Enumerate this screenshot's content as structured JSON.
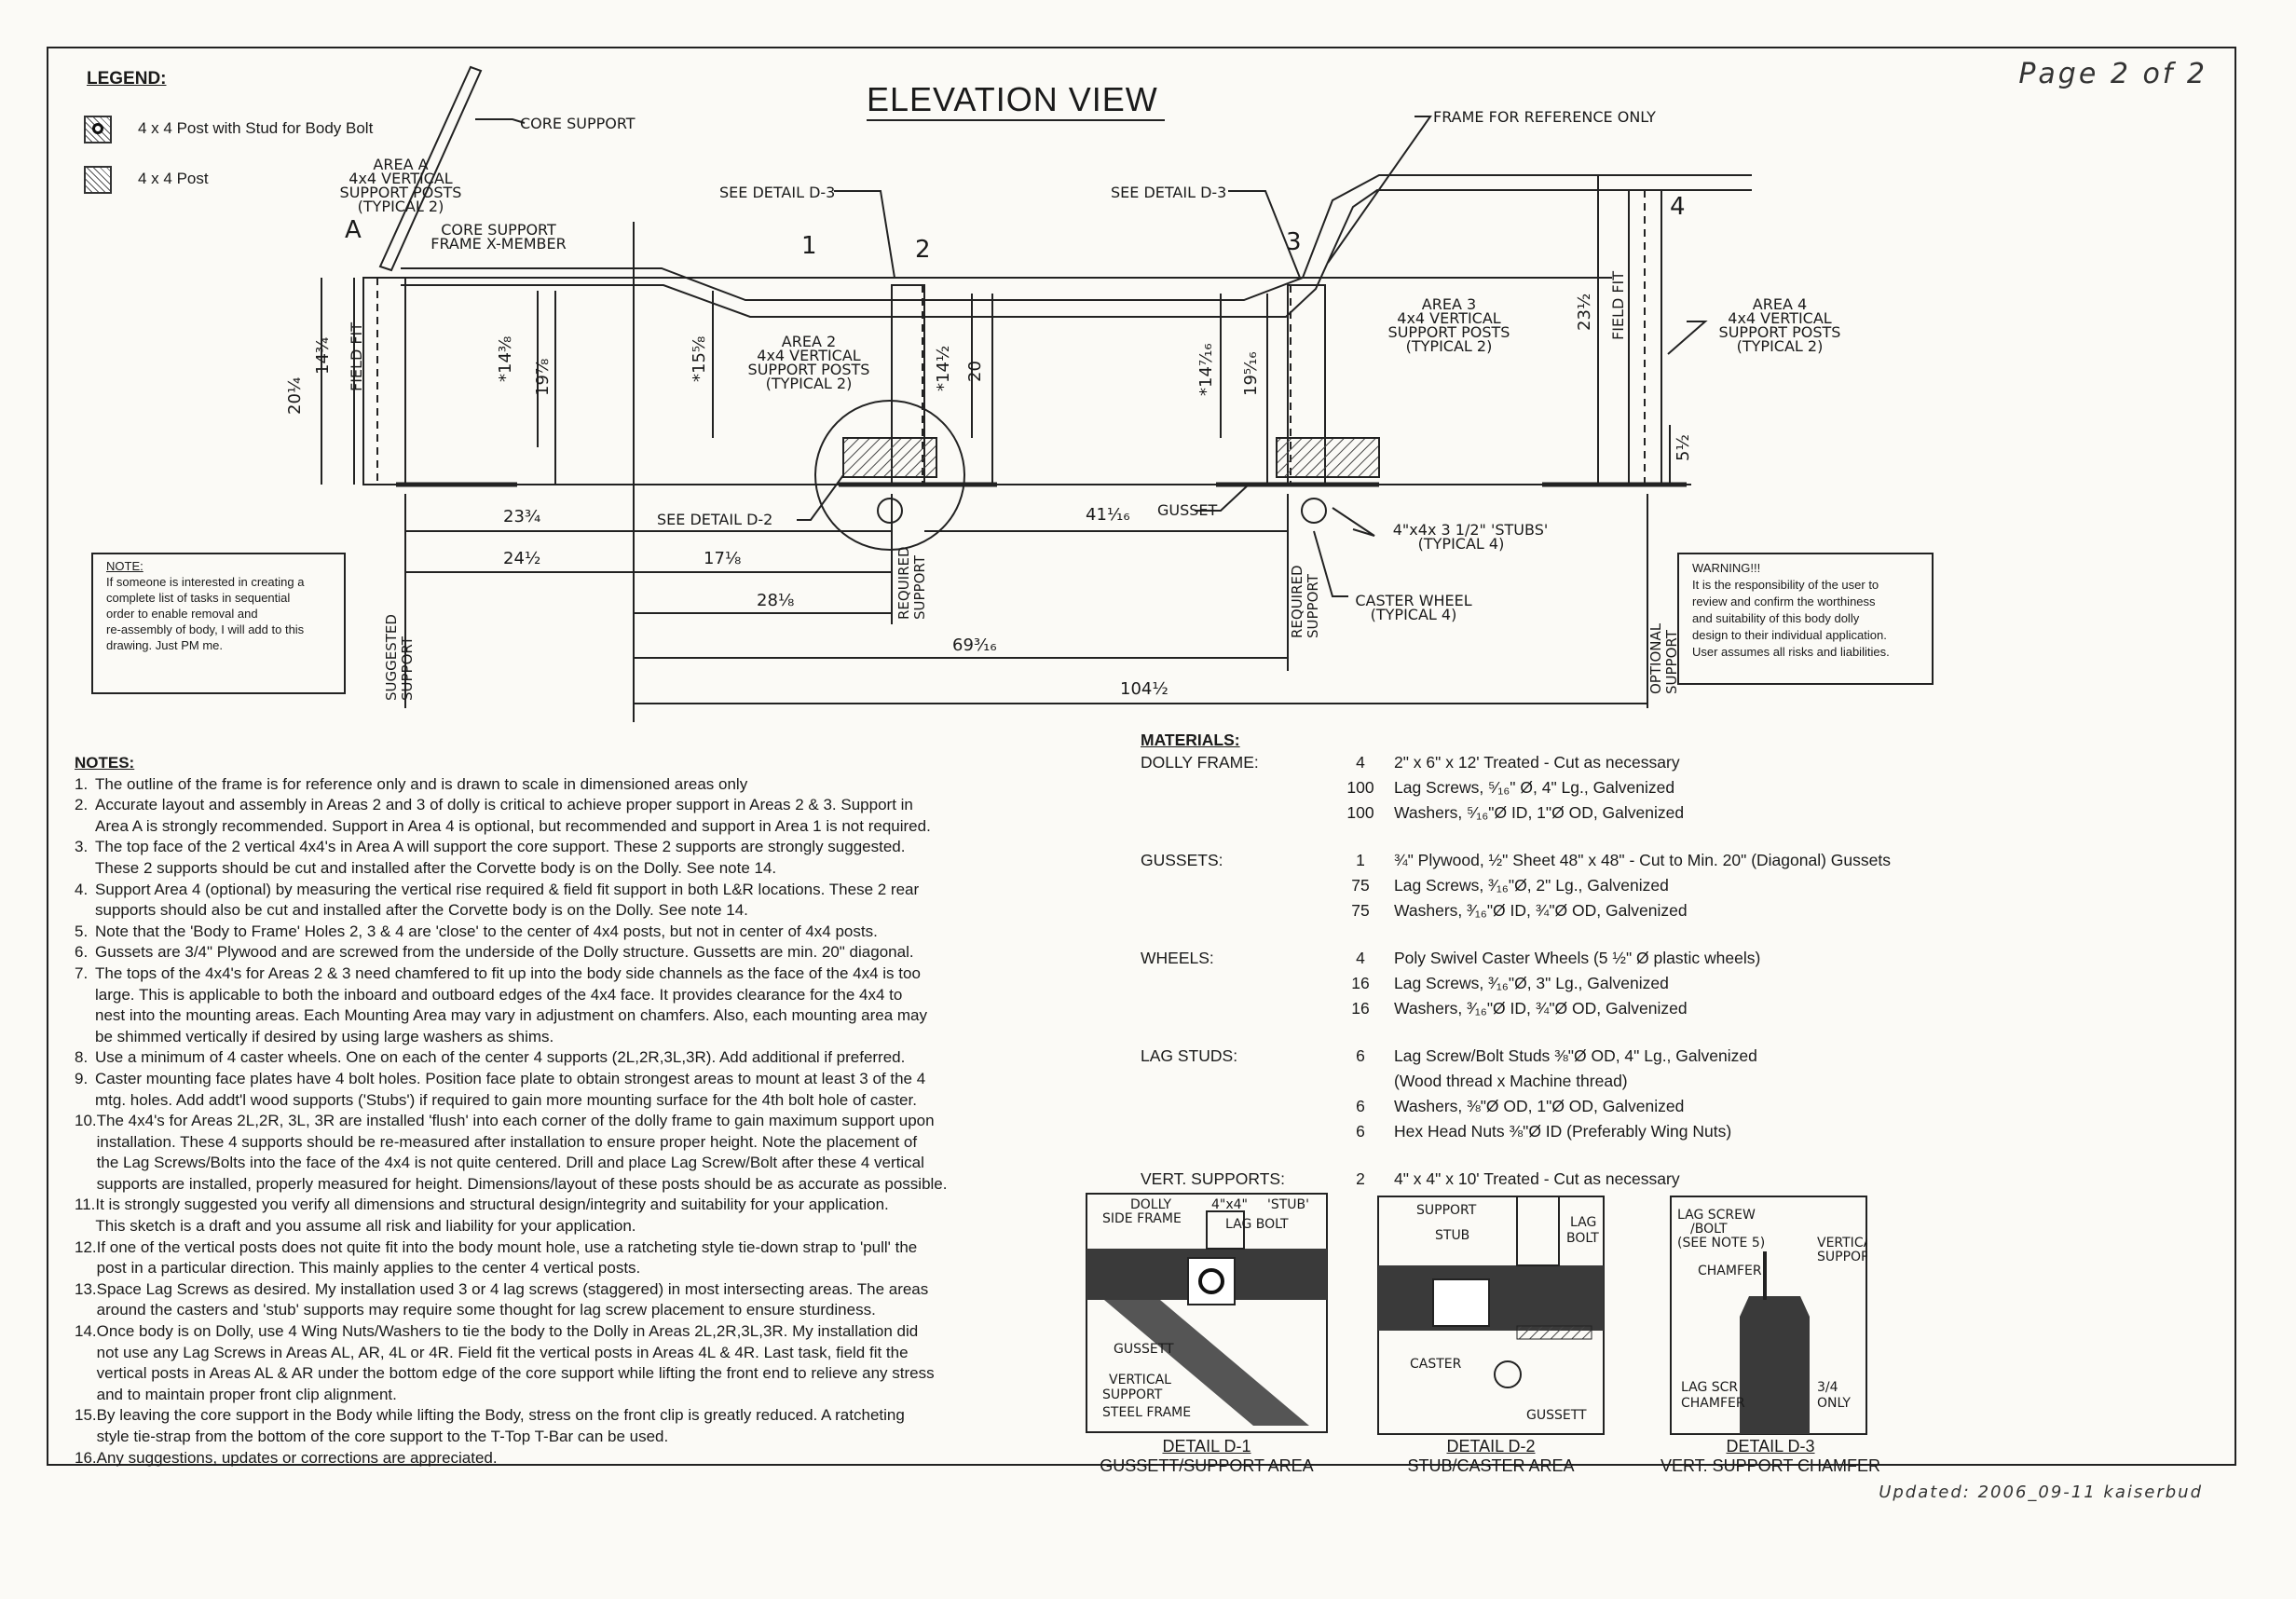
{
  "title": "ELEVATION VIEW",
  "page": "Page  2  of  2",
  "legend": {
    "title": "LEGEND:",
    "items": [
      "4 x 4 Post with Stud for Body Bolt",
      "4 x 4 Post"
    ]
  },
  "drawing_labels": {
    "core_support": "CORE SUPPORT",
    "frame_ref": "FRAME FOR REFERENCE ONLY",
    "area_a": [
      "AREA A",
      "4x4 VERTICAL",
      "SUPPORT POSTS",
      "(TYPICAL 2)"
    ],
    "core_support_frame": [
      "CORE SUPPORT",
      "FRAME X-MEMBER"
    ],
    "see_d3_left": "SEE DETAIL D-3",
    "see_d3_right": "SEE DETAIL D-3",
    "see_d2": "SEE DETAIL D-2",
    "area_2": [
      "AREA 2",
      "4x4 VERTICAL",
      "SUPPORT POSTS",
      "(TYPICAL 2)"
    ],
    "area_3": [
      "AREA 3",
      "4x4 VERTICAL",
      "SUPPORT POSTS",
      "(TYPICAL 2)"
    ],
    "area_4": [
      "AREA 4",
      "4x4 VERTICAL",
      "SUPPORT POSTS",
      "(TYPICAL 2)"
    ],
    "letter_a": "A",
    "num_1": "1",
    "num_2": "2",
    "num_3": "3",
    "num_4": "4",
    "field_fit": "FIELD FIT",
    "gusset": "GUSSET",
    "stubs": [
      "4\"x4x 3 1/2\" 'STUBS'",
      "(TYPICAL 4)"
    ],
    "caster": [
      "CASTER WHEEL",
      "(TYPICAL 4)"
    ],
    "suggested_support": [
      "SUGGESTED",
      "SUPPORT"
    ],
    "required_support": [
      "REQUIRED",
      "SUPPORT"
    ],
    "optional_support": [
      "OPTIONAL",
      "SUPPORT"
    ],
    "dims": {
      "d20_1_4": "20¼",
      "d14_3_4": "14¾",
      "d14_3_8": "*14⅜",
      "d19_7_8": "19⅞",
      "d15_5_8": "*15⅝",
      "d14_1_2": "*14½",
      "d20": "20",
      "d14_7_16": "*14⁷⁄₁₆",
      "d19_5_16": "19⁵⁄₁₆",
      "d23_1_2": "23½",
      "d5_1_2": "5½",
      "d23_3_4": "23¾",
      "d24_1_2": "24½",
      "d17_1_8": "17⅛",
      "d28_1_8": "28⅛",
      "d41_1_16": "41¹⁄₁₆",
      "d69_3_16": "69³⁄₁₆",
      "d104_1_2": "104½"
    }
  },
  "note_box": {
    "title": "NOTE:",
    "lines": [
      "If someone is interested in creating a",
      "complete list of tasks in sequential",
      "order to enable removal and",
      "re-assembly of body, I will add to this",
      "drawing.  Just PM me."
    ]
  },
  "warning_box": {
    "lines": [
      "WARNING!!!",
      "It is the responsibility of the user to",
      "review and confirm the worthiness",
      "and suitability of this body dolly",
      "design to their individual application.",
      "User assumes all risks and liabilities."
    ]
  },
  "notes": {
    "title": "NOTES:",
    "items": [
      {
        "n": "1.",
        "lines": [
          "The outline of the frame is for reference only and is drawn to scale in dimensioned areas only"
        ]
      },
      {
        "n": "2.",
        "lines": [
          "Accurate layout and assembly in Areas 2 and 3 of dolly is critical to achieve proper support in Areas 2 &  3.  Support in",
          "Area A is strongly recommended. Support in Area 4 is optional, but recommended and support in Area 1 is not required."
        ]
      },
      {
        "n": "3.",
        "lines": [
          "The top face of the 2 vertical 4x4's in Area A will support the core support.  These 2 supports are strongly suggested.",
          "These 2 supports should be cut and installed after the Corvette body is on the Dolly.  See note 14."
        ]
      },
      {
        "n": "4.",
        "lines": [
          "Support Area 4 (optional) by measuring the vertical rise required & field fit support in both L&R locations.  These 2 rear",
          "supports should also be cut and installed after the Corvette body is on the Dolly.  See note 14."
        ]
      },
      {
        "n": "5.",
        "lines": [
          "Note that the 'Body to Frame' Holes 2, 3 & 4 are 'close' to the center of 4x4 posts, but not in center of 4x4 posts."
        ]
      },
      {
        "n": "6.",
        "lines": [
          "Gussets are 3/4\" Plywood and are screwed from the underside of the Dolly structure.  Gussetts are min. 20\" diagonal."
        ]
      },
      {
        "n": "7.",
        "lines": [
          "The tops of the 4x4's for Areas 2 & 3 need chamfered to fit up into the body side channels as the face of the 4x4 is too",
          "large.  This is applicable to both the inboard and outboard edges of the 4x4 face.  It provides clearance for the 4x4 to",
          "nest into the mounting areas.  Each Mounting Area may vary in adjustment on chamfers.  Also, each mounting area may",
          "be shimmed vertically if desired by using large washers as shims."
        ]
      },
      {
        "n": "8.",
        "lines": [
          "Use a minimum of 4 caster wheels.  One on each of the center 4 supports (2L,2R,3L,3R).  Add additional if preferred."
        ]
      },
      {
        "n": "9.",
        "lines": [
          "Caster mounting face plates have 4 bolt holes.  Position face plate to obtain strongest areas to mount at least 3 of the 4",
          "mtg. holes. Add addt'l wood supports ('Stubs') if required to gain more mounting surface for the 4th bolt hole of caster."
        ]
      },
      {
        "n": "10.",
        "lines": [
          "The 4x4's for Areas 2L,2R, 3L, 3R are installed 'flush' into each corner of the dolly frame to gain maximum support upon",
          "installation.  These 4  supports should be re-measured after installation to ensure proper height.  Note the placement of",
          "the Lag Screws/Bolts into the face of the 4x4 is not quite centered.  Drill and place Lag Screw/Bolt after these 4 vertical",
          "supports are installed, properly measured for height. Dimensions/layout of these posts should be as accurate as possible."
        ]
      },
      {
        "n": "11.",
        "lines": [
          "It is strongly suggested you verify all dimensions and structural design/integrity and suitability for your application.",
          "This sketch is a draft and you assume all risk and liability for your application."
        ]
      },
      {
        "n": "12.",
        "lines": [
          "If one of the vertical posts does not quite fit into the body mount hole, use a ratcheting style tie-down strap to 'pull' the",
          "post in a particular direction.  This mainly applies to the center 4 vertical posts."
        ]
      },
      {
        "n": "13.",
        "lines": [
          "Space Lag Screws as desired.  My installation used 3 or 4 lag screws (staggered) in most intersecting areas.  The areas",
          "around the casters and 'stub' supports may require some thought for lag screw placement to ensure sturdiness."
        ]
      },
      {
        "n": "14.",
        "lines": [
          "Once body is on Dolly, use 4 Wing Nuts/Washers to tie the body to the Dolly in Areas 2L,2R,3L,3R.  My installation did",
          "not use any Lag Screws in Areas AL, AR, 4L or 4R.  Field fit the vertical posts in Areas 4L & 4R.  Last task, field fit the",
          "vertical posts in Areas AL & AR under the bottom edge of the core support while lifting the front end to relieve any stress",
          "and to maintain proper front clip alignment."
        ]
      },
      {
        "n": "15.",
        "lines": [
          "By leaving the core support in the Body while lifting the Body, stress on the front clip is greatly reduced.  A ratcheting",
          "style tie-strap from the bottom of the core support to the T-Top T-Bar can be used."
        ]
      },
      {
        "n": "16.",
        "lines": [
          "Any suggestions, updates or corrections are appreciated."
        ]
      }
    ]
  },
  "materials": {
    "title": "MATERIALS:",
    "groups": [
      {
        "name": "DOLLY FRAME:",
        "rows": [
          {
            "qty": "4",
            "desc": "2\" x 6\" x 12' Treated - Cut as necessary"
          },
          {
            "qty": "100",
            "desc": "Lag Screws, ⁵⁄₁₆\" Ø, 4\" Lg., Galvenized"
          },
          {
            "qty": "100",
            "desc": "Washers, ⁵⁄₁₆\"Ø ID, 1\"Ø OD, Galvenized"
          }
        ]
      },
      {
        "name": "GUSSETS:",
        "rows": [
          {
            "qty": "1",
            "desc": "¾\" Plywood,  ½\" Sheet 48\" x 48\" - Cut to Min. 20\" (Diagonal) Gussets"
          },
          {
            "qty": "75",
            "desc": "Lag Screws, ³⁄₁₆\"Ø, 2\" Lg., Galvenized"
          },
          {
            "qty": "75",
            "desc": "Washers, ³⁄₁₆\"Ø ID, ¾\"Ø OD, Galvenized"
          }
        ]
      },
      {
        "name": "WHEELS:",
        "rows": [
          {
            "qty": "4",
            "desc": "Poly Swivel Caster Wheels (5 ½\" Ø plastic wheels)"
          },
          {
            "qty": "16",
            "desc": "Lag Screws, ³⁄₁₆\"Ø, 3\" Lg., Galvenized"
          },
          {
            "qty": "16",
            "desc": "Washers, ³⁄₁₆\"Ø ID, ¾\"Ø OD, Galvenized"
          }
        ]
      },
      {
        "name": "LAG STUDS:",
        "rows": [
          {
            "qty": "6",
            "desc": "Lag Screw/Bolt Studs ⅜\"Ø OD, 4\" Lg., Galvenized"
          },
          {
            "qty": "",
            "desc": "(Wood thread x Machine thread)"
          },
          {
            "qty": "6",
            "desc": "Washers, ⅜\"Ø OD, 1\"Ø OD, Galvenized"
          },
          {
            "qty": "6",
            "desc": "Hex Head Nuts ⅜\"Ø ID (Preferably Wing Nuts)"
          }
        ]
      },
      {
        "name": "VERT. SUPPORTS:",
        "rows": [
          {
            "qty": "2",
            "desc": "4\" x 4\" x 10' Treated - Cut as necessary"
          }
        ]
      }
    ]
  },
  "details": [
    {
      "code": "DETAIL D-1",
      "caption": "GUSSETT/SUPPORT AREA",
      "labels": [
        "DOLLY",
        "SIDE FRAME",
        "4\"x4\"",
        "'STUB'",
        "LAG BOLT",
        "GUSSETT",
        "VERTICAL",
        "SUPPORT",
        "STEEL FRAME"
      ]
    },
    {
      "code": "DETAIL D-2",
      "caption": "STUB/CASTER AREA",
      "labels": [
        "SUPPORT",
        "STUB",
        "LAG",
        "BOLT",
        "CASTER",
        "GUSSETT"
      ]
    },
    {
      "code": "DETAIL D-3",
      "caption": "VERT. SUPPORT CHAMFER",
      "labels": [
        "LAG SCREW",
        "/BOLT",
        "(SEE NOTE 5)",
        "VERTICAL",
        "SUPPORT",
        "CHAMFER",
        "LAG SCR",
        "CHAMFER",
        "3/4",
        "ONLY"
      ]
    }
  ],
  "updated": "Updated:  2006_09-11    kaiserbud"
}
